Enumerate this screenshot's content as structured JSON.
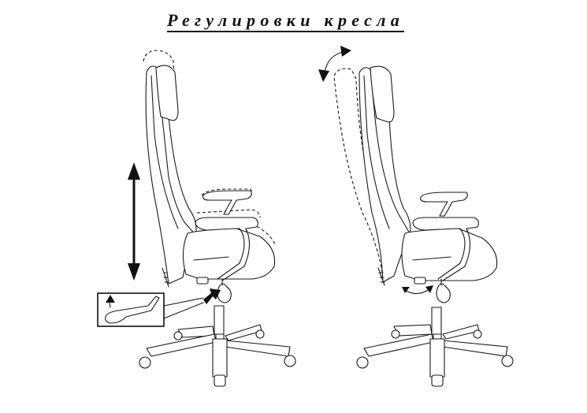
{
  "title": "Регулировки кресла",
  "diagram": {
    "figures": [
      {
        "id": "left-chair",
        "description": "Side view of office chair showing seat height adjustment",
        "adjustments": [
          "seat-height",
          "armrest-height",
          "headrest-height"
        ],
        "indicators": [
          "vertical-double-arrow",
          "lever-inset",
          "lever-pointer-arrow"
        ]
      },
      {
        "id": "right-chair",
        "description": "Side view of office chair showing backrest tilt (swing) adjustment",
        "adjustments": [
          "backrest-tilt",
          "tilt-tension-knob"
        ],
        "indicators": [
          "curved-tilt-arrow",
          "knob-rotation-arrow"
        ]
      }
    ],
    "colors": {
      "line": "#1a1a1a",
      "background": "#ffffff"
    }
  }
}
